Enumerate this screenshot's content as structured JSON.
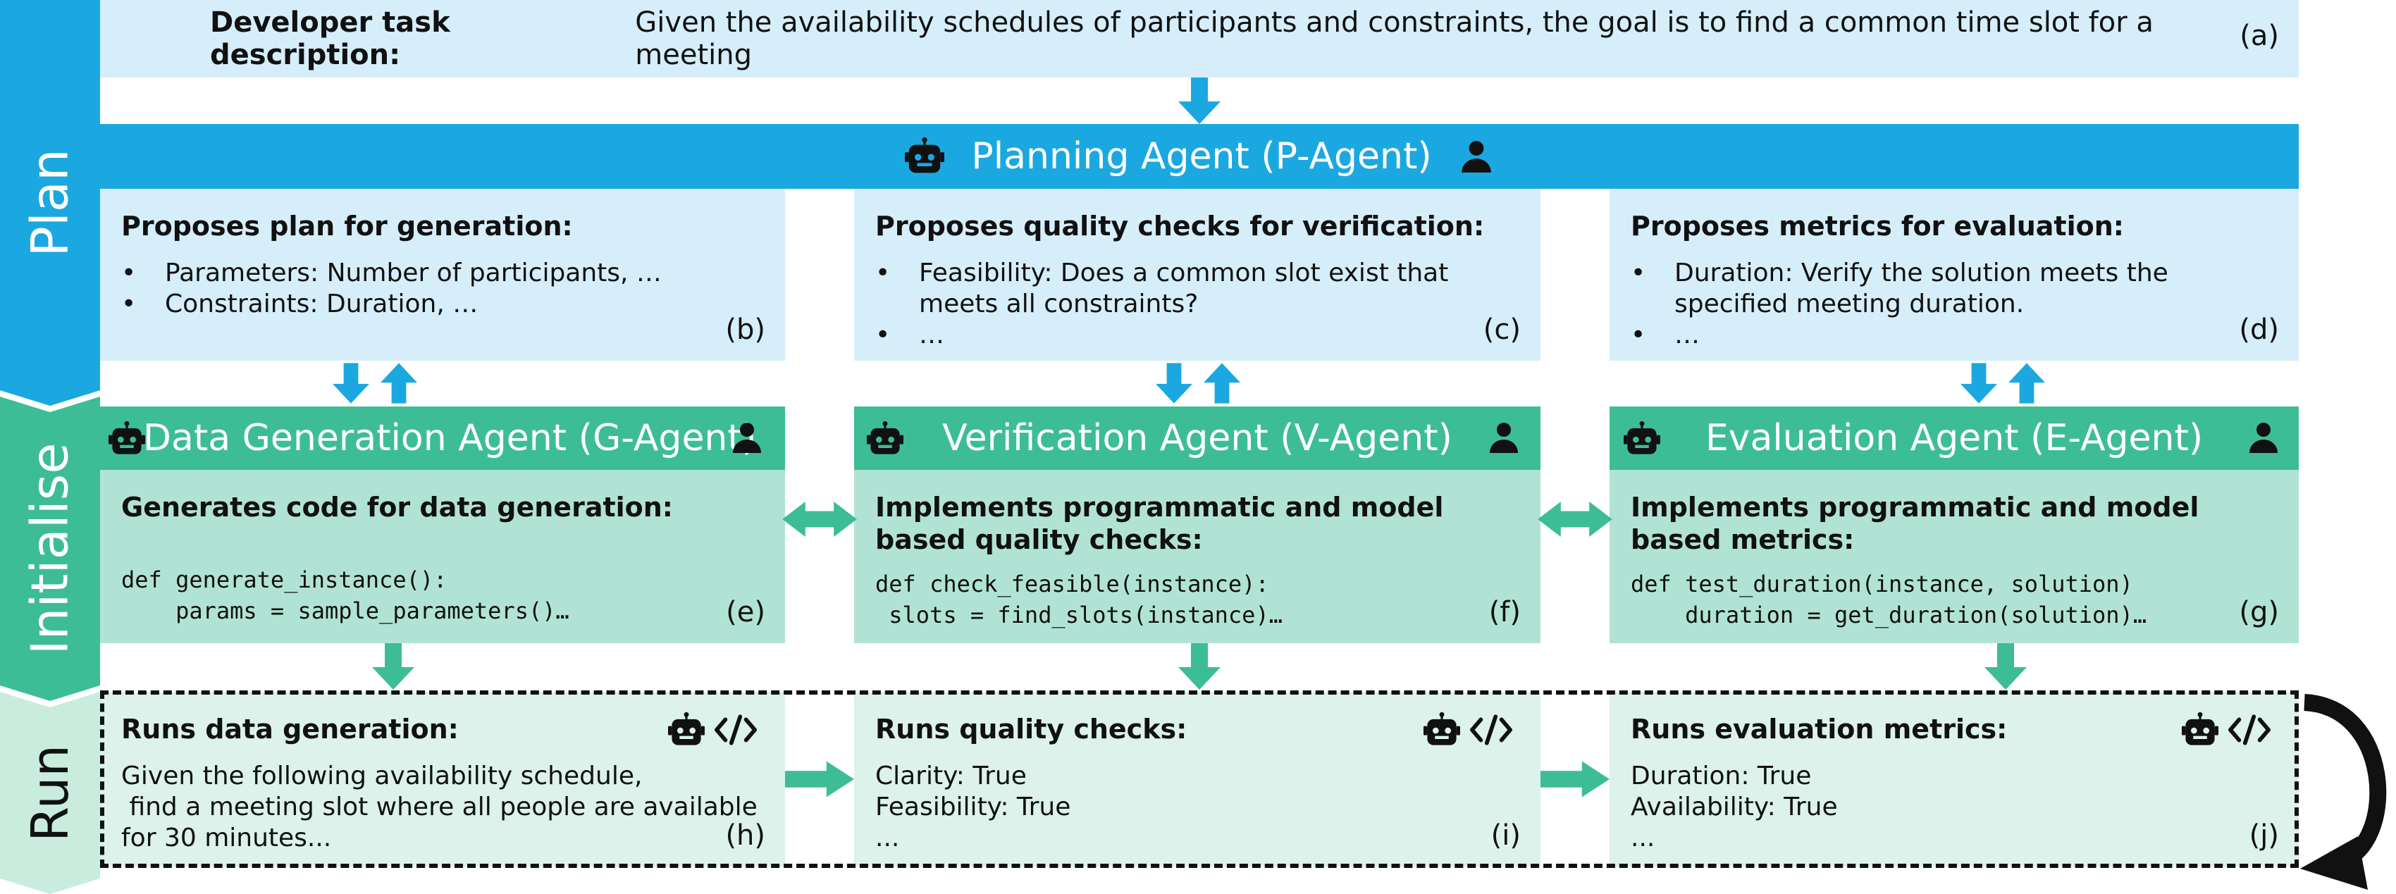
{
  "rails": {
    "plan": "Plan",
    "initialise": "Initialise",
    "run": "Run"
  },
  "task": {
    "label": "Developer task description:",
    "text": "Given the availability schedules of participants and constraints, the goal is to find a common time slot for a meeting",
    "tag": "(a)"
  },
  "planning_agent": {
    "title": "Planning Agent (P-Agent)"
  },
  "plan_panels": [
    {
      "heading": "Proposes plan for generation:",
      "bullets": [
        "Parameters: Number of participants, …",
        "Constraints: Duration, …"
      ],
      "tag": "(b)"
    },
    {
      "heading": "Proposes quality checks for verification:",
      "bullets": [
        "Feasibility: Does a common slot exist that meets all constraints?",
        "…"
      ],
      "tag": "(c)"
    },
    {
      "heading": "Proposes metrics for evaluation:",
      "bullets": [
        "Duration: Verify the solution meets the specified meeting duration.",
        "…"
      ],
      "tag": "(d)"
    }
  ],
  "agents": [
    {
      "title": "Data Generation Agent (G-Agent)"
    },
    {
      "title": "Verification Agent (V-Agent)"
    },
    {
      "title": "Evaluation Agent (E-Agent)"
    }
  ],
  "init_panels": [
    {
      "heading": "Generates code for data generation:",
      "code": [
        "def generate_instance():",
        "    params = sample_parameters()…"
      ],
      "tag": "(e)"
    },
    {
      "heading": "Implements programmatic and model based quality checks:",
      "code": [
        "def check_feasible(instance):",
        " slots = find_slots(instance)…"
      ],
      "tag": "(f)"
    },
    {
      "heading": "Implements programmatic and model based metrics:",
      "code": [
        "def test_duration(instance, solution)",
        "    duration = get_duration(solution)…"
      ],
      "tag": "(g)"
    }
  ],
  "run_panels": [
    {
      "heading": "Runs data generation:",
      "lines": [
        "Given the following availability schedule,",
        " find a meeting slot where all people are available",
        "for 30 minutes..."
      ],
      "tag": "(h)"
    },
    {
      "heading": "Runs quality checks:",
      "lines": [
        "Clarity: True",
        "Feasibility: True",
        "..."
      ],
      "tag": "(i)"
    },
    {
      "heading": "Runs evaluation metrics:",
      "lines": [
        "Duration: True",
        "Availability: True",
        "..."
      ],
      "tag": "(j)"
    }
  ],
  "colors": {
    "plan_blue": "#1ba8e0",
    "plan_light": "#d5eefa",
    "agent_green": "#3dbd96",
    "init_light": "#b1e3d4",
    "run_light": "#dcf2ea"
  },
  "icons": [
    "robot-icon",
    "person-icon",
    "code-icon",
    "arrow-down-icon",
    "arrow-up-icon",
    "double-arrow-icon",
    "loop-arrow-icon"
  ]
}
